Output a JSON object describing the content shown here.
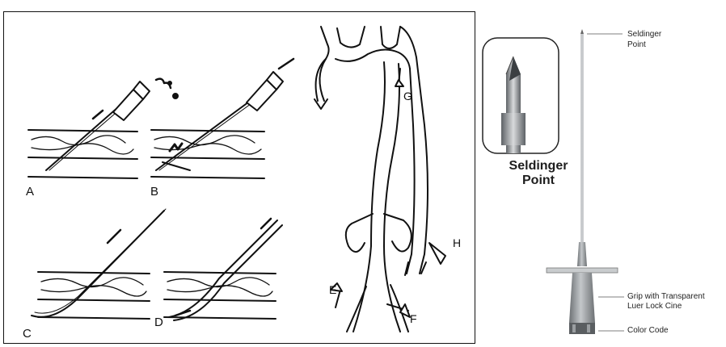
{
  "procedure": {
    "steps": [
      {
        "id": "A",
        "label": "A"
      },
      {
        "id": "B",
        "label": "B"
      },
      {
        "id": "C",
        "label": "C"
      },
      {
        "id": "D",
        "label": "D"
      }
    ]
  },
  "access_sites": {
    "labels": [
      {
        "id": "E",
        "label": "E"
      },
      {
        "id": "F",
        "label": "F"
      },
      {
        "id": "G",
        "label": "G"
      },
      {
        "id": "H",
        "label": "H"
      }
    ]
  },
  "needle": {
    "inset_title_line1": "Seldinger",
    "inset_title_line2": "Point",
    "callouts": {
      "point_line1": "Seldinger",
      "point_line2": "Point",
      "grip_line1": "Grip with Transparent",
      "grip_line2": "Luer Lock Cine",
      "color_code": "Color Code"
    }
  },
  "colors": {
    "ink": "#111111",
    "needle_steel": "#b9bdc2",
    "hub_gray": "#8f9396",
    "hub_dark": "#55595c"
  }
}
